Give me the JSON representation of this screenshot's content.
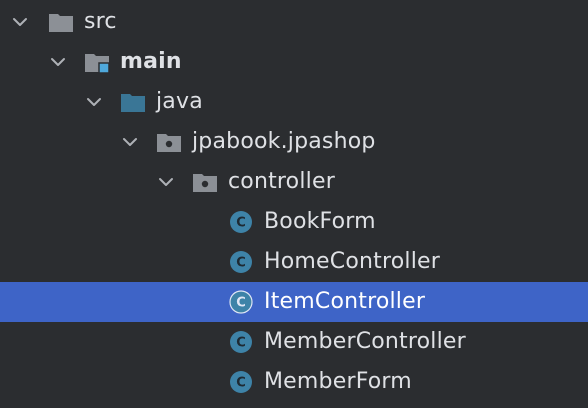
{
  "colors": {
    "background": "#2b2d30",
    "selection": "#3e64c7",
    "text": "#dfe1e5",
    "folder_gray": "#8c9096",
    "folder_blue": "#3a7696",
    "class_icon": "#3e83a8",
    "module_marker": "#4fa9dc"
  },
  "tree": {
    "nodes": [
      {
        "label": "src",
        "icon": "folder-icon",
        "expanded": true
      },
      {
        "label": "main",
        "icon": "source-root-folder-icon",
        "expanded": true
      },
      {
        "label": "java",
        "icon": "java-source-folder-icon",
        "expanded": true
      },
      {
        "label": "jpabook.jpashop",
        "icon": "package-icon",
        "expanded": true
      },
      {
        "label": "controller",
        "icon": "package-icon",
        "expanded": true
      },
      {
        "label": "BookForm",
        "icon": "class-icon",
        "class_letter": "C"
      },
      {
        "label": "HomeController",
        "icon": "class-icon",
        "class_letter": "C"
      },
      {
        "label": "ItemController",
        "icon": "class-icon",
        "class_letter": "C",
        "selected": true
      },
      {
        "label": "MemberController",
        "icon": "class-icon",
        "class_letter": "C"
      },
      {
        "label": "MemberForm",
        "icon": "class-icon",
        "class_letter": "C"
      }
    ]
  }
}
